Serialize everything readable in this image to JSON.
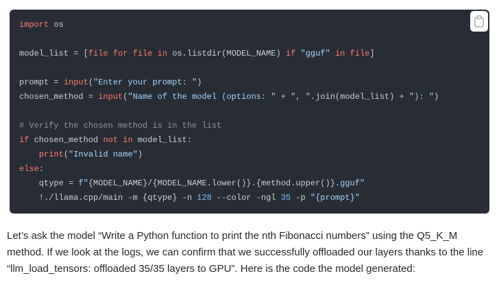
{
  "colors": {
    "code_background": "#282c34",
    "default": "#c9d1d9",
    "keyword": "#ff7b72",
    "builtin": "#ff7b72",
    "string": "#a5d6ff",
    "comment": "#8b949e",
    "number": "#79c0ff",
    "paragraph_text": "#24292f",
    "copy_icon": "#a8adb3"
  },
  "code_block": {
    "copy_icon": "clipboard-icon",
    "language": "python",
    "lines": [
      {
        "tokens": [
          {
            "t": "import",
            "c": "keyword"
          },
          {
            "t": " os",
            "c": "default"
          }
        ]
      },
      {
        "tokens": []
      },
      {
        "tokens": [
          {
            "t": "model_list = [",
            "c": "default"
          },
          {
            "t": "file",
            "c": "builtin"
          },
          {
            "t": " ",
            "c": "default"
          },
          {
            "t": "for",
            "c": "keyword"
          },
          {
            "t": " ",
            "c": "default"
          },
          {
            "t": "file",
            "c": "builtin"
          },
          {
            "t": " ",
            "c": "default"
          },
          {
            "t": "in",
            "c": "keyword"
          },
          {
            "t": " os.listdir(MODEL_NAME) ",
            "c": "default"
          },
          {
            "t": "if",
            "c": "keyword"
          },
          {
            "t": " ",
            "c": "default"
          },
          {
            "t": "\"gguf\"",
            "c": "string"
          },
          {
            "t": " ",
            "c": "default"
          },
          {
            "t": "in",
            "c": "keyword"
          },
          {
            "t": " ",
            "c": "default"
          },
          {
            "t": "file",
            "c": "builtin"
          },
          {
            "t": "]",
            "c": "default"
          }
        ]
      },
      {
        "tokens": []
      },
      {
        "tokens": [
          {
            "t": "prompt = ",
            "c": "default"
          },
          {
            "t": "input",
            "c": "builtin"
          },
          {
            "t": "(",
            "c": "default"
          },
          {
            "t": "\"Enter your prompt: \"",
            "c": "string"
          },
          {
            "t": ")",
            "c": "default"
          }
        ]
      },
      {
        "tokens": [
          {
            "t": "chosen_method = ",
            "c": "default"
          },
          {
            "t": "input",
            "c": "builtin"
          },
          {
            "t": "(",
            "c": "default"
          },
          {
            "t": "\"Name of the model (options: \"",
            "c": "string"
          },
          {
            "t": " + ",
            "c": "default"
          },
          {
            "t": "\", \"",
            "c": "string"
          },
          {
            "t": ".join(model_list) + ",
            "c": "default"
          },
          {
            "t": "\"): \"",
            "c": "string"
          },
          {
            "t": ")",
            "c": "default"
          }
        ]
      },
      {
        "tokens": []
      },
      {
        "tokens": [
          {
            "t": "# Verify the chosen method is in the list",
            "c": "comment"
          }
        ]
      },
      {
        "tokens": [
          {
            "t": "if",
            "c": "keyword"
          },
          {
            "t": " chosen_method ",
            "c": "default"
          },
          {
            "t": "not in",
            "c": "keyword"
          },
          {
            "t": " model_list:",
            "c": "default"
          }
        ]
      },
      {
        "tokens": [
          {
            "t": "    ",
            "c": "default"
          },
          {
            "t": "print",
            "c": "builtin"
          },
          {
            "t": "(",
            "c": "default"
          },
          {
            "t": "\"Invalid name\"",
            "c": "string"
          },
          {
            "t": ")",
            "c": "default"
          }
        ]
      },
      {
        "tokens": [
          {
            "t": "else",
            "c": "keyword"
          },
          {
            "t": ":",
            "c": "default"
          }
        ]
      },
      {
        "tokens": [
          {
            "t": "    qtype = ",
            "c": "default"
          },
          {
            "t": "f\"",
            "c": "string"
          },
          {
            "t": "{MODEL_NAME}",
            "c": "default"
          },
          {
            "t": "/",
            "c": "string"
          },
          {
            "t": "{MODEL_NAME.lower()}",
            "c": "default"
          },
          {
            "t": ".",
            "c": "string"
          },
          {
            "t": "{method.upper()}",
            "c": "default"
          },
          {
            "t": ".gguf\"",
            "c": "string"
          }
        ]
      },
      {
        "tokens": [
          {
            "t": "    !./llama.cpp/main -m {qtype} -n ",
            "c": "default"
          },
          {
            "t": "128",
            "c": "number"
          },
          {
            "t": " --color -ngl ",
            "c": "default"
          },
          {
            "t": "35",
            "c": "number"
          },
          {
            "t": " -p ",
            "c": "default"
          },
          {
            "t": "\"{prompt}\"",
            "c": "string"
          }
        ]
      }
    ]
  },
  "paragraph": {
    "text": "Let’s ask the model “Write a Python function to print the nth Fibonacci numbers” using the Q5_K_M method. If we look at the logs, we can confirm that we successfully offloaded our layers thanks to the line “llm_load_tensors: offloaded 35/35 layers to GPU”. Here is the code the model generated:"
  }
}
